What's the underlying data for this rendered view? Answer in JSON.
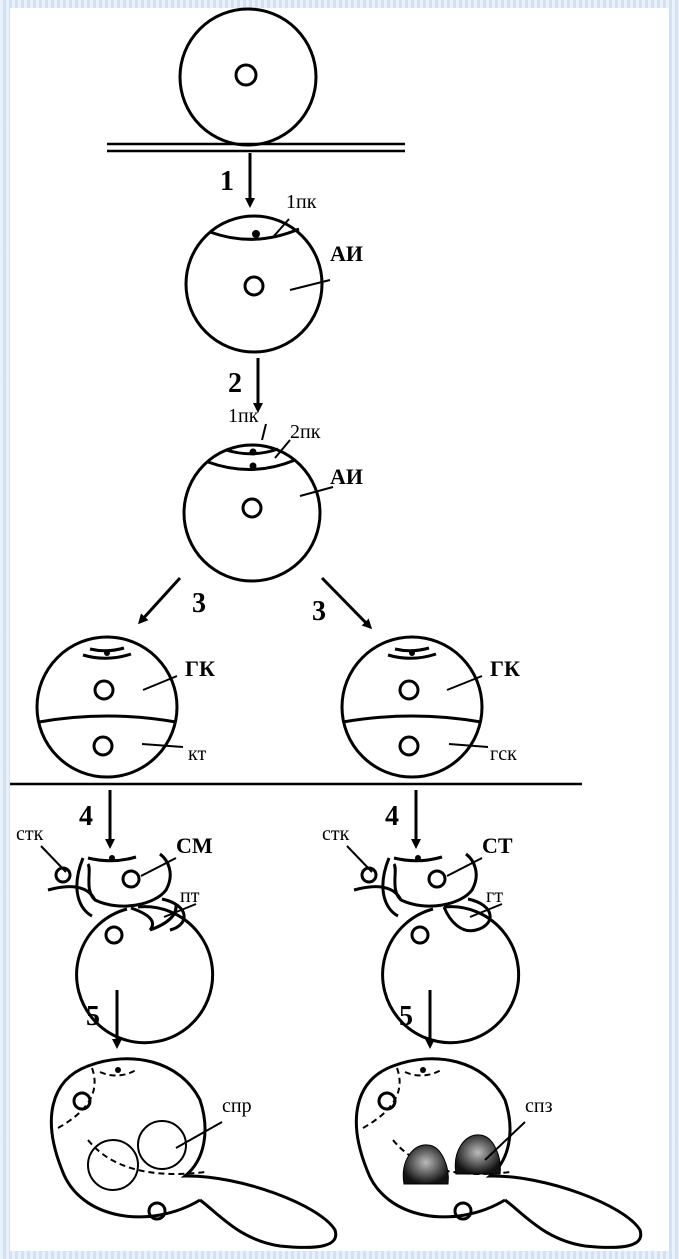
{
  "steps": [
    "1",
    "2",
    "3",
    "3",
    "4",
    "4",
    "5",
    "5"
  ],
  "labels": {
    "pk1_a": "1пк",
    "ai_a": "АИ",
    "pk1_b": "1пк",
    "pk2_b": "2пк",
    "ai_b": "АИ",
    "gk_left": "ГК",
    "kt": "кт",
    "gk_right": "ГК",
    "gsk": "гск",
    "stk_left": "стк",
    "sm": "СМ",
    "pt": "пт",
    "stk_right": "стк",
    "st": "СТ",
    "gt": "гт",
    "spr": "спр",
    "spz": "спз"
  }
}
